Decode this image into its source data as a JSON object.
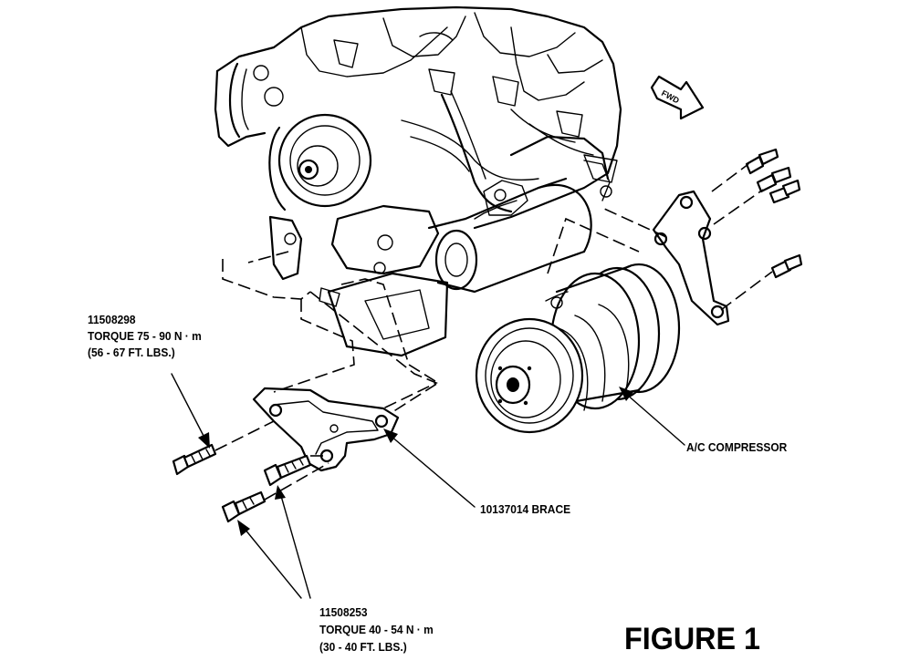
{
  "figure_title": "FIGURE 1",
  "fwd_label": "FWD",
  "callouts": {
    "upper_bolt": {
      "part_number": "11508298",
      "torque": "TORQUE 75 - 90 N · m",
      "torque_imperial": "(56 - 67 FT. LBS.)"
    },
    "lower_bolts": {
      "part_number": "11508253",
      "torque": "TORQUE 40 - 54 N · m",
      "torque_imperial": "(30 - 40 FT. LBS.)"
    },
    "brace": "10137014 BRACE",
    "compressor": "A/C COMPRESSOR"
  }
}
